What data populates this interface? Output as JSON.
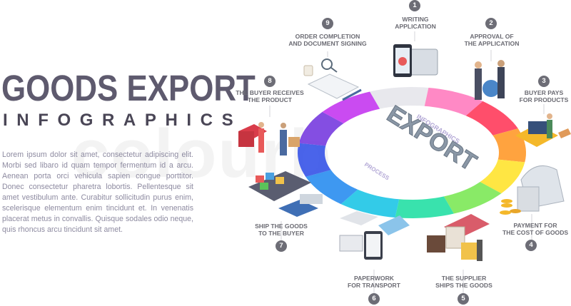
{
  "title": "GOODS EXPORT",
  "subtitle": "INFOGRAPHICS",
  "body": "Lorem ipsum dolor sit amet, consectetur adipiscing elit. Morbi sed libaro id quam tempor fermentum id a arcu. Aenean porta orci vehicula sapien congue porttitor. Donec consectetur pharetra lobortis. Pellentesque sit amet vestibulum ante. Curabitur sollicitudin purus enim, scelerisque elementum enim tincidunt et. In venenatis placerat metus in convallis. Quisque sodales odio neque, quis rhoncus arcu tincidunt sit amet.",
  "watermark": "colourbox",
  "center": {
    "main": "EXPORT",
    "side1": "INFOGRAPHICS",
    "side2": "PROCESS"
  },
  "steps": [
    {
      "n": "1",
      "label": "WRITING\nAPPLICATION",
      "icon": "application-tablet-icon"
    },
    {
      "n": "2",
      "label": "APPROVAL OF\nTHE APPLICATION",
      "icon": "handshake-icon"
    },
    {
      "n": "3",
      "label": "BUYER PAYS\nFOR PRODUCTS",
      "icon": "payment-terminal-icon"
    },
    {
      "n": "4",
      "label": "PAYMENT FOR\nTHE COST OF GOODS",
      "icon": "warehouse-coins-icon"
    },
    {
      "n": "5",
      "label": "THE SUPPLIER\nSHIPS THE GOODS",
      "icon": "forklift-warehouse-icon"
    },
    {
      "n": "6",
      "label": "PAPERWORK\nFOR TRANSPORT",
      "icon": "transport-documents-icon"
    },
    {
      "n": "7",
      "label": "SHIP THE GOODS\nTO THE BUYER",
      "icon": "cargo-ship-icon"
    },
    {
      "n": "8",
      "label": "THE BUYER RECEIVES\nTHE PRODUCT",
      "icon": "delivery-truck-icon"
    },
    {
      "n": "9",
      "label": "ORDER COMPLETION\nAND DOCUMENT SIGNING",
      "icon": "document-signing-icon"
    }
  ],
  "ring_colors": [
    "#e6e6ec",
    "#ff7fc0",
    "#ff3f5e",
    "#ff9b2f",
    "#ffe433",
    "#7fe85a",
    "#28e0a6",
    "#22c7e6",
    "#2e8ff0",
    "#3b57e8",
    "#7a3fe0",
    "#c63cf0"
  ]
}
